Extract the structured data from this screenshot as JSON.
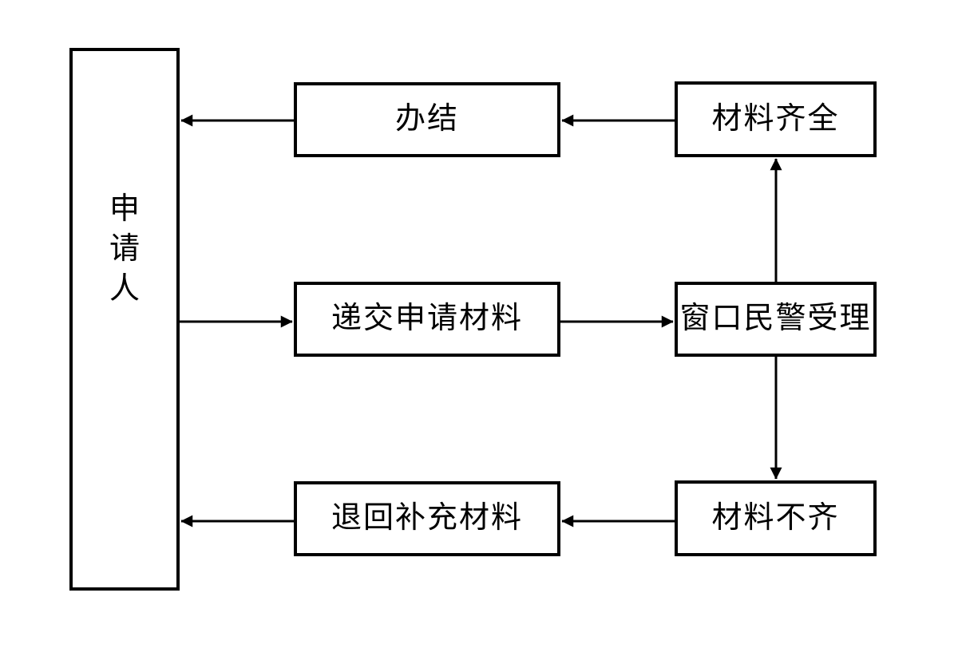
{
  "diagram": {
    "type": "flowchart",
    "background_color": "#ffffff",
    "line_color": "#000000",
    "text_color": "#000000",
    "nodes": {
      "applicant": {
        "label": "申请人",
        "orientation": "vertical"
      },
      "complete": {
        "label": "办结",
        "orientation": "horizontal"
      },
      "materials_complete": {
        "label": "材料齐全",
        "orientation": "horizontal"
      },
      "submit_materials": {
        "label": "递交申请材料",
        "orientation": "horizontal"
      },
      "window_accept": {
        "label": "窗口民警受理",
        "orientation": "horizontal"
      },
      "return_supplement": {
        "label": "退回补充材料",
        "orientation": "horizontal"
      },
      "materials_incomplete": {
        "label": "材料不齐",
        "orientation": "horizontal"
      }
    },
    "edges": [
      {
        "from": "materials_complete",
        "to": "complete",
        "direction": "left"
      },
      {
        "from": "complete",
        "to": "applicant",
        "direction": "left"
      },
      {
        "from": "applicant",
        "to": "submit_materials",
        "direction": "right"
      },
      {
        "from": "submit_materials",
        "to": "window_accept",
        "direction": "right"
      },
      {
        "from": "window_accept",
        "to": "materials_complete",
        "direction": "up"
      },
      {
        "from": "window_accept",
        "to": "materials_incomplete",
        "direction": "down"
      },
      {
        "from": "materials_incomplete",
        "to": "return_supplement",
        "direction": "left"
      },
      {
        "from": "return_supplement",
        "to": "applicant",
        "direction": "left"
      }
    ]
  }
}
